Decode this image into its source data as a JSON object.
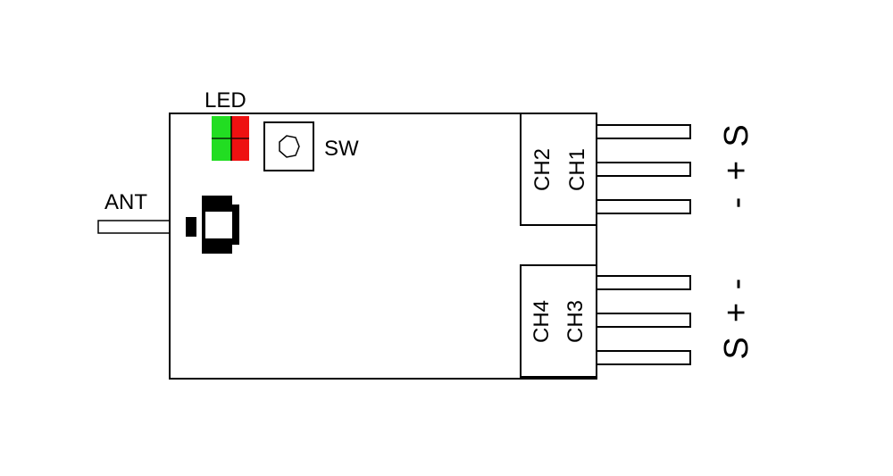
{
  "labels": {
    "led": "LED",
    "sw": "SW",
    "ant": "ANT",
    "ch1": "CH1",
    "ch2": "CH2",
    "ch3": "CH3",
    "ch4": "CH4",
    "top_pins": [
      "S",
      "+",
      "-"
    ],
    "bottom_pins": [
      "-",
      "+",
      "S"
    ]
  },
  "colors": {
    "led_green": "#22dd22",
    "led_red": "#ee1111",
    "outline": "#000000",
    "background": "#ffffff"
  }
}
